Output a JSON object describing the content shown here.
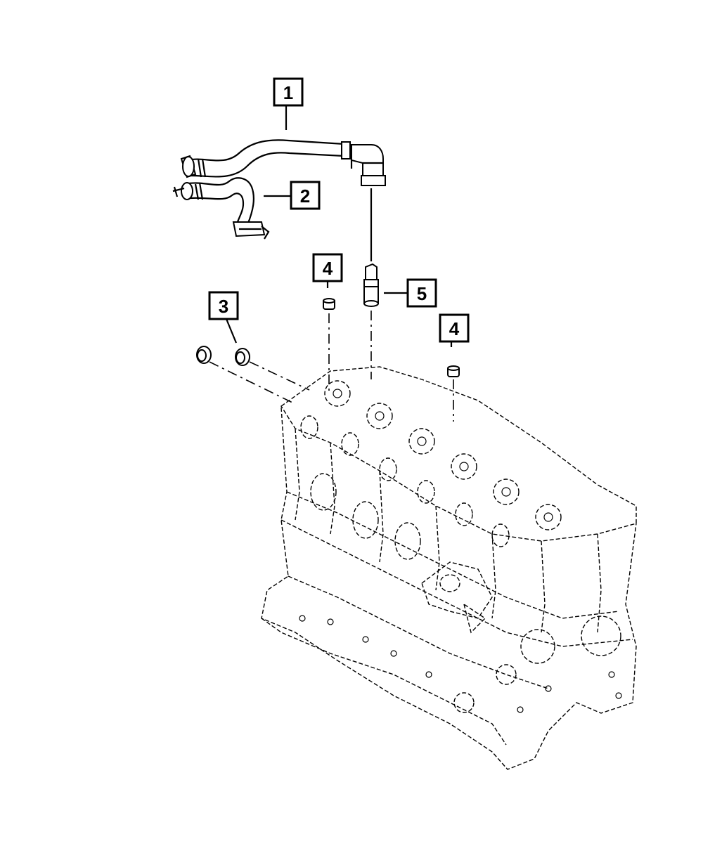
{
  "callouts": [
    {
      "id": "1",
      "label": "1"
    },
    {
      "id": "2",
      "label": "2"
    },
    {
      "id": "3",
      "label": "3"
    },
    {
      "id": "4a",
      "label": "4"
    },
    {
      "id": "4b",
      "label": "4"
    },
    {
      "id": "5",
      "label": "5"
    }
  ],
  "parts": [
    {
      "callout": "1",
      "name": "upper-hose"
    },
    {
      "callout": "2",
      "name": "lower-hose"
    },
    {
      "callout": "3",
      "name": "plugs"
    },
    {
      "callout": "4",
      "name": "caps"
    },
    {
      "callout": "5",
      "name": "fitting"
    }
  ]
}
